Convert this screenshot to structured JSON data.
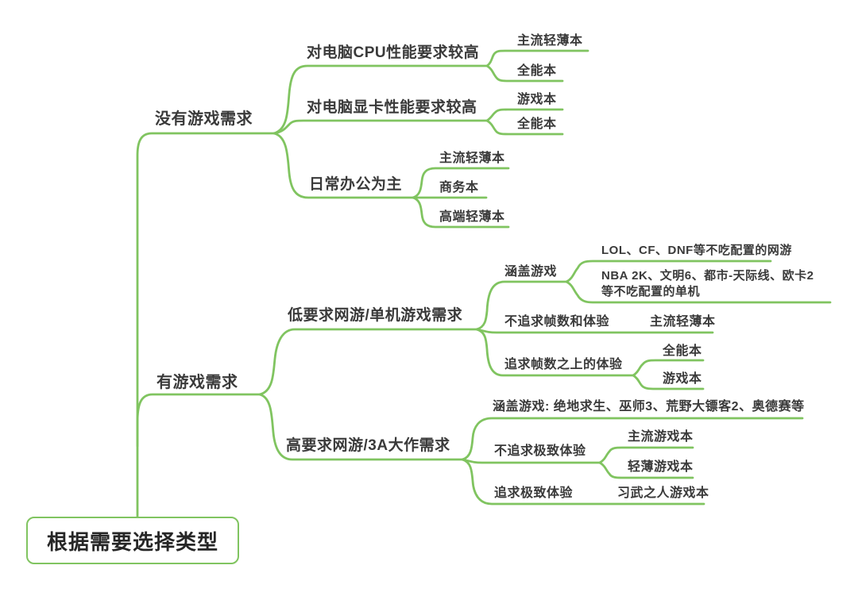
{
  "colors": {
    "line_green": "#80c460",
    "text_dark": "#3a3a3a",
    "root_text": "#262626",
    "background": "#ffffff"
  },
  "mindmap": {
    "root": {
      "label": "根据需要选择类型"
    },
    "branches": [
      {
        "label": "没有游戏需求",
        "children": [
          {
            "label": "对电脑CPU性能要求较高",
            "children": [
              {
                "label": "主流轻薄本"
              },
              {
                "label": "全能本"
              }
            ]
          },
          {
            "label": "对电脑显卡性能要求较高",
            "children": [
              {
                "label": "游戏本"
              },
              {
                "label": "全能本"
              }
            ]
          },
          {
            "label": "日常办公为主",
            "children": [
              {
                "label": "主流轻薄本"
              },
              {
                "label": "商务本"
              },
              {
                "label": "高端轻薄本"
              }
            ]
          }
        ]
      },
      {
        "label": "有游戏需求",
        "children": [
          {
            "label": "低要求网游/单机游戏需求",
            "children": [
              {
                "label": "涵盖游戏",
                "children": [
                  {
                    "label": "LOL、CF、DNF等不吃配置的网游"
                  },
                  {
                    "label": "NBA 2K、文明6、都市-天际线、欧卡2等不吃配置的单机"
                  }
                ]
              },
              {
                "label": "不追求帧数和体验",
                "children": [
                  {
                    "label": "主流轻薄本"
                  }
                ]
              },
              {
                "label": "追求帧数之上的体验",
                "children": [
                  {
                    "label": "全能本"
                  },
                  {
                    "label": "游戏本"
                  }
                ]
              }
            ]
          },
          {
            "label": "高要求网游/3A大作需求",
            "children": [
              {
                "label": "涵盖游戏: 绝地求生、巫师3、荒野大镖客2、奥德赛等"
              },
              {
                "label": "不追求极致体验",
                "children": [
                  {
                    "label": "主流游戏本"
                  },
                  {
                    "label": "轻薄游戏本"
                  }
                ]
              },
              {
                "label": "追求极致体验",
                "children": [
                  {
                    "label": "习武之人游戏本"
                  }
                ]
              }
            ]
          }
        ]
      }
    ]
  }
}
